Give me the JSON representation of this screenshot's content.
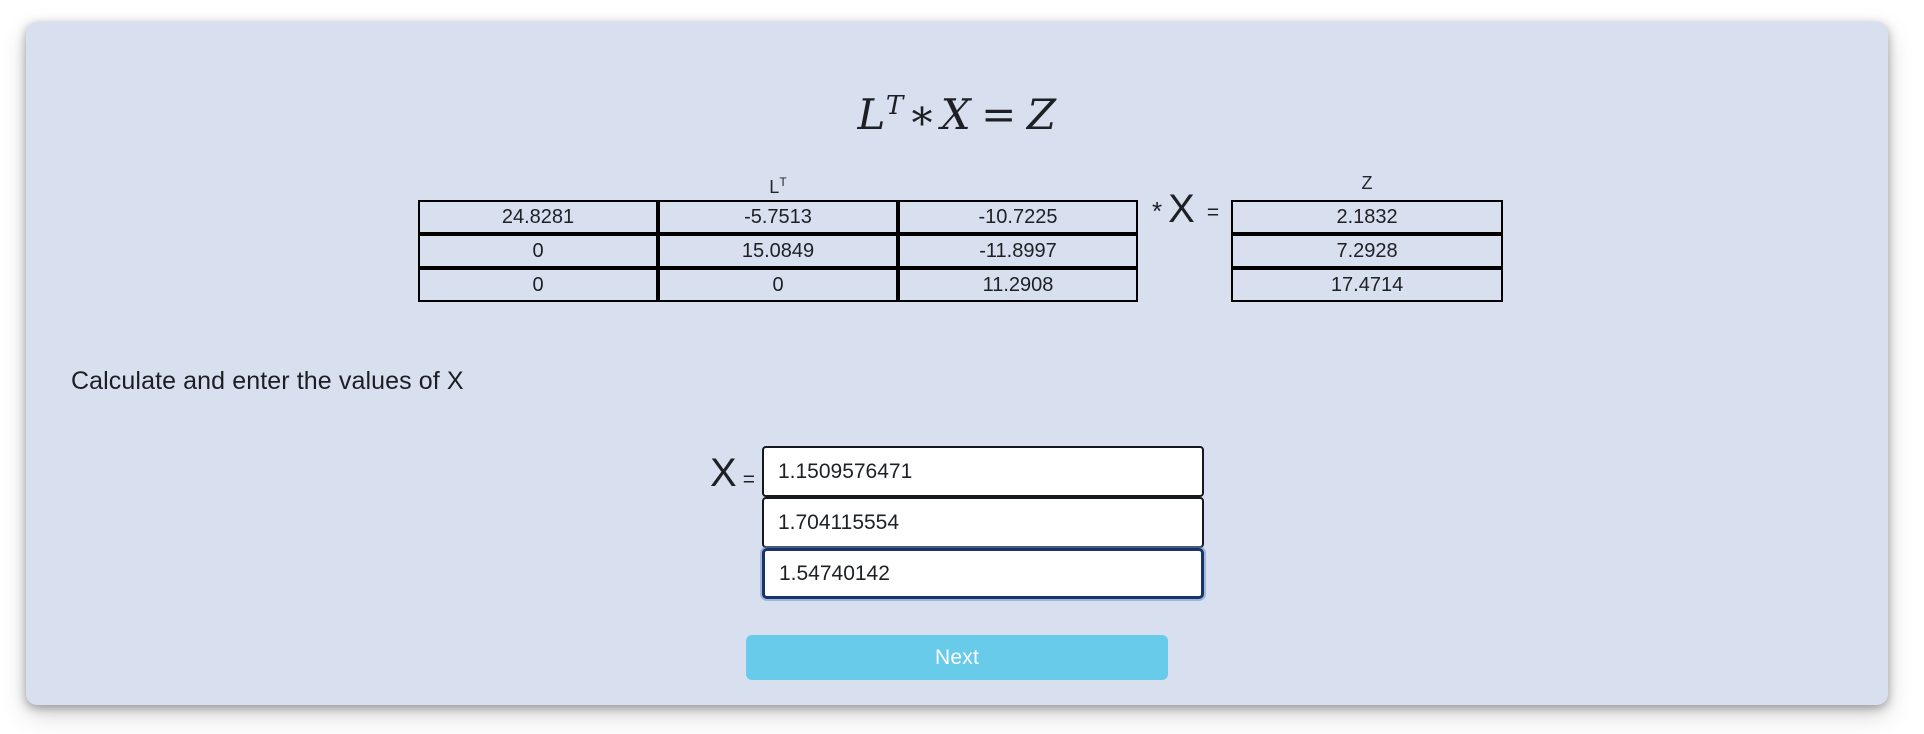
{
  "panel": {
    "background_color": "#d8dfef"
  },
  "equation": {
    "lhs_base": "L",
    "lhs_sup": "T",
    "multiply": "∗",
    "unknown": "X",
    "equals": "=",
    "rhs": "Z"
  },
  "matrices": {
    "lt": {
      "caption_base": "L",
      "caption_sup": "T",
      "rows": [
        [
          "24.8281",
          "-5.7513",
          "-10.7225"
        ],
        [
          "0",
          "15.0849",
          "-11.8997"
        ],
        [
          "0",
          "0",
          "11.2908"
        ]
      ]
    },
    "operator": {
      "star": "*",
      "unknown": "X",
      "equals": "="
    },
    "z": {
      "caption": "Z",
      "rows": [
        [
          "2.1832"
        ],
        [
          "7.2928"
        ],
        [
          "17.4714"
        ]
      ]
    }
  },
  "instruction": {
    "text": "Calculate and enter the values of X"
  },
  "answer": {
    "label_symbol": "X",
    "label_equals": "=",
    "inputs": [
      {
        "value": "1.1509576471",
        "placeholder": "",
        "focused": false
      },
      {
        "value": "1.704115554",
        "placeholder": "",
        "focused": false
      },
      {
        "value": "1.54740142",
        "placeholder": "",
        "focused": true
      }
    ]
  },
  "actions": {
    "next_label": "Next",
    "next_color": "#68cbea"
  }
}
